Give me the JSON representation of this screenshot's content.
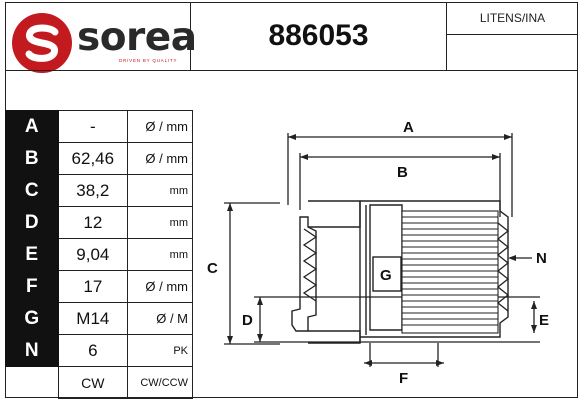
{
  "header": {
    "logo_text": "sorea",
    "logo_tagline": "DRIVEN BY QUALITY",
    "part_number": "886053",
    "brand": "LITENS/INA"
  },
  "specs": [
    {
      "key": "A",
      "value": "-",
      "unit": "Ø / mm"
    },
    {
      "key": "B",
      "value": "62,46",
      "unit": "Ø / mm"
    },
    {
      "key": "C",
      "value": "38,2",
      "unit": "mm"
    },
    {
      "key": "D",
      "value": "12",
      "unit": "mm"
    },
    {
      "key": "E",
      "value": "9,04",
      "unit": "mm"
    },
    {
      "key": "F",
      "value": "17",
      "unit": "Ø / mm"
    },
    {
      "key": "G",
      "value": "M14",
      "unit": "Ø / M"
    },
    {
      "key": "N",
      "value": "6",
      "unit": "PK"
    },
    {
      "key": "",
      "value": "CW",
      "unit": "CW/CCW"
    }
  ],
  "drawing": {
    "labels": {
      "A": "A",
      "B": "B",
      "C": "C",
      "D": "D",
      "E": "E",
      "F": "F",
      "G": "G",
      "N": "N"
    }
  },
  "colors": {
    "brand_red": "#c31a1f",
    "cell_black": "#111111"
  }
}
